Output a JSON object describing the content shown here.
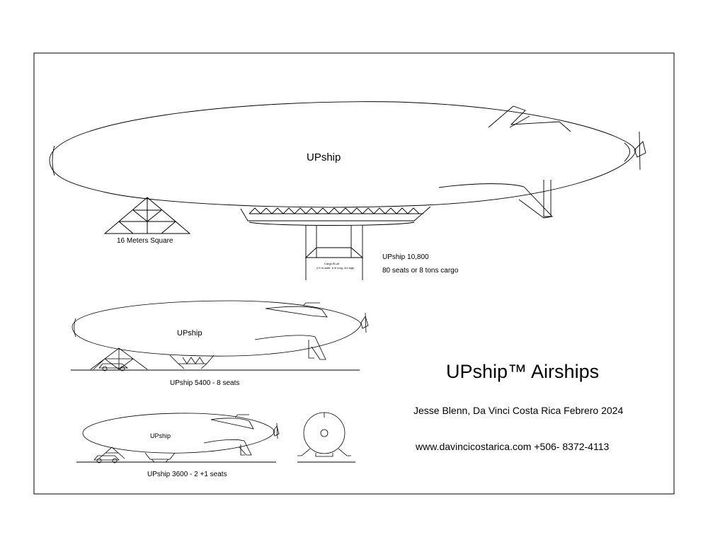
{
  "drawing": {
    "large_ship": {
      "hull_label": "UPship",
      "model": "UPship 10,800",
      "capacity": "80 seats or 8 tons cargo",
      "hangar_label": "16 Meters Square",
      "cargo_note_1": "Cargo Bl.ub",
      "cargo_note_2": "2.5 m wide, 6 m long, 2m high"
    },
    "medium_ship": {
      "hull_label": "UPship",
      "caption": "UPship 5400 - 8 seats"
    },
    "small_ship": {
      "hull_label": "UPship",
      "caption": "UPship 3600 - 2 +1 seats"
    }
  },
  "title_block": {
    "title": "UPship™ Airships",
    "author_line": "Jesse Blenn, Da Vinci Costa Rica  Febrero  2024",
    "contact_line": "www.davincicostarica.com   +506- 8372-4113"
  },
  "colors": {
    "line": "#000000",
    "background": "#ffffff"
  }
}
